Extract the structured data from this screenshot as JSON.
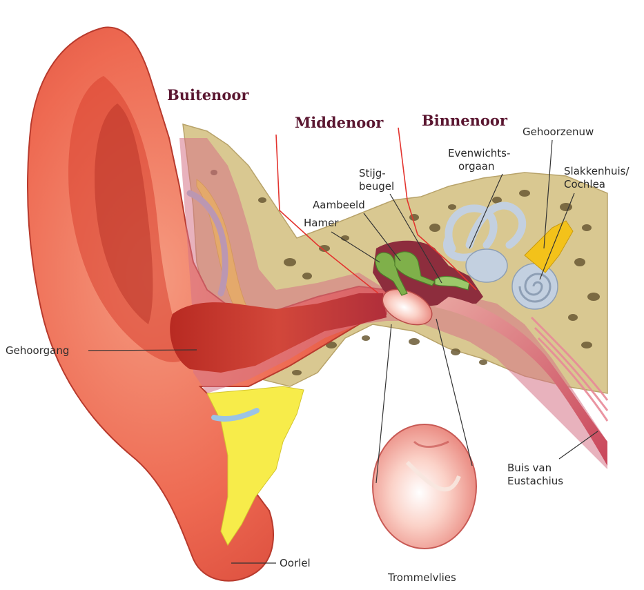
{
  "sections": {
    "outer": "Buitenoor",
    "middle": "Middenoor",
    "inner": "Binnenoor"
  },
  "labels": {
    "ear_canal": "Gehoorgang",
    "earlobe": "Oorlel",
    "eardrum": "Trommelvlies",
    "hammer": "Hamer",
    "anvil": "Aambeeld",
    "stirrup_line1": "Stijg-",
    "stirrup_line2": "beugel",
    "balance_line1": "Evenwichts-",
    "balance_line2": "orgaan",
    "auditory_nerve": "Gehoorzenuw",
    "cochlea_line1": "Slakkenhuis/",
    "cochlea_line2": "Cochlea",
    "eustachian_line1": "Buis van",
    "eustachian_line2": "Eustachius"
  },
  "colors": {
    "skin": "#ef6f55",
    "skin_dark": "#c73a2d",
    "bone": "#d9c891",
    "bone_pore": "#6b5a35",
    "cartilage": "#f7ec4a",
    "canal": "#c9352b",
    "ossicles": "#7fb04a",
    "labyrinth": "#c3d0e0",
    "nerve": "#f3c21a",
    "divider": "#e3342f"
  }
}
